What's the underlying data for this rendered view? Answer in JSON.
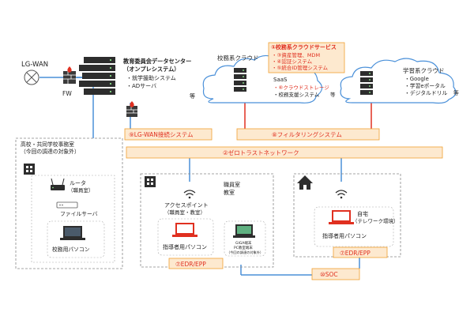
{
  "lgwan": {
    "label": "LG-WAN"
  },
  "fw": {
    "label": "FW"
  },
  "datacenter": {
    "title1": "教育委員会データセンター",
    "title2": "（オンプレシステム）",
    "items": [
      "・就学援助システム",
      "・ADサーバ"
    ],
    "etc": "等"
  },
  "school_cloud": {
    "title": "校務系クラウド",
    "services_title": "①校務系クラウドサービス",
    "services": [
      "・③資産管理、MDM",
      "・④認証システム",
      "・⑤統合ID管理システム"
    ],
    "saas_title": "SaaS",
    "saas_items": [
      "・⑥クラウドストレージ",
      "・校務支援システム"
    ],
    "saas_etc": "等"
  },
  "learning_cloud": {
    "title": "学習系クラウド",
    "items": [
      "・Google",
      "・学習eポータル",
      "・デジタルドリル"
    ],
    "etc": "等"
  },
  "bars": {
    "lgwan_connect": "⑨LG-WAN接続システム",
    "filtering": "⑧フィルタリングシステム",
    "zero_trust": "②ゼロトラストネットワーク"
  },
  "school_office": {
    "title1": "高校・共同学校事務室",
    "title2": "（今回の調達の対象外）",
    "router": "ルータ",
    "router_sub": "（職員室）",
    "file_server": "ファイルサーバ",
    "pc": "校務用パソコン"
  },
  "staff_room": {
    "title1": "職員室",
    "title2": "教室",
    "ap": "アクセスポイント",
    "ap_sub": "（職員室・教室）",
    "pc": "指導者用パソコン",
    "giga1": "GIGA端末",
    "giga2": "PC教室端末",
    "giga3": "（今回の調達の対象外）",
    "edr": "⑦EDR/EPP"
  },
  "home": {
    "title1": "自宅",
    "title2": "（テレワーク環境）",
    "pc": "指導者用パソコン",
    "edr": "⑦EDR/EPP"
  },
  "soc": {
    "label": "⑩SOC"
  },
  "colors": {
    "orange_border": "#f0a030",
    "orange_fill": "#fde9cf",
    "red": "#e03020",
    "blue_line": "#4a90d9",
    "dark": "#2d2d2d"
  }
}
